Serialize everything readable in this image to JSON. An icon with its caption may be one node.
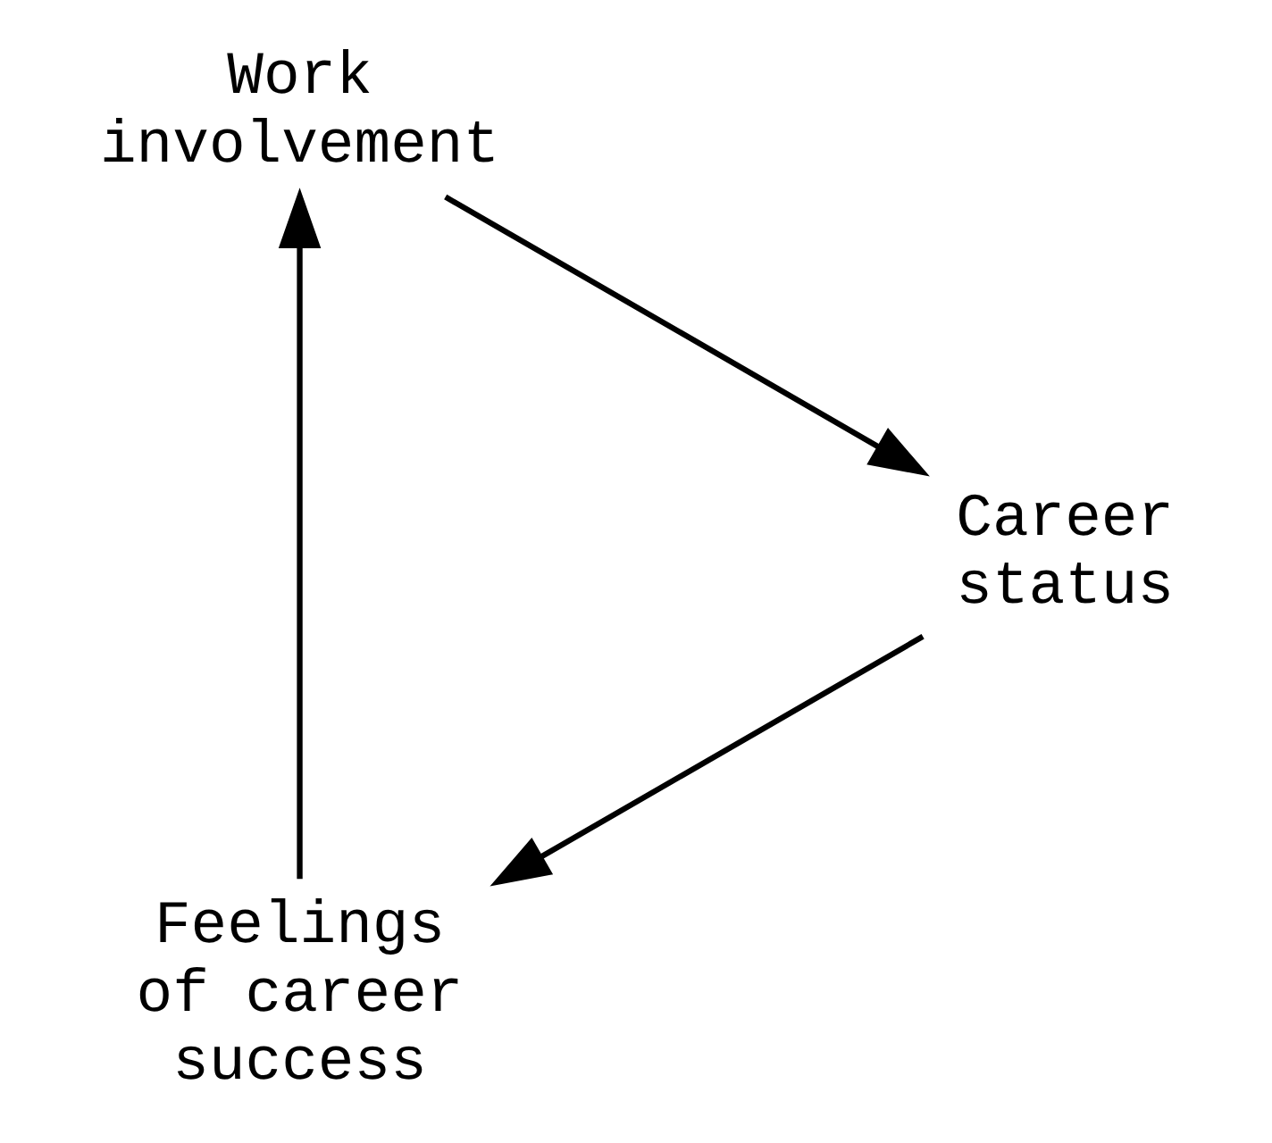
{
  "diagram": {
    "nodes": [
      {
        "text": [
          "Feelings of career success"
        ]
      },
      {
        "text": [
          "Work involvement"
        ]
      },
      {
        "text": [
          "Career status"
        ]
      }
    ],
    "edges": [
      {
        "from": 0,
        "to": 1,
        "arrow": "to"
      },
      {
        "from": 1,
        "to": 2,
        "arrow": "to"
      },
      {
        "from": 2,
        "to": 0,
        "arrow": "to"
      }
    ]
  }
}
